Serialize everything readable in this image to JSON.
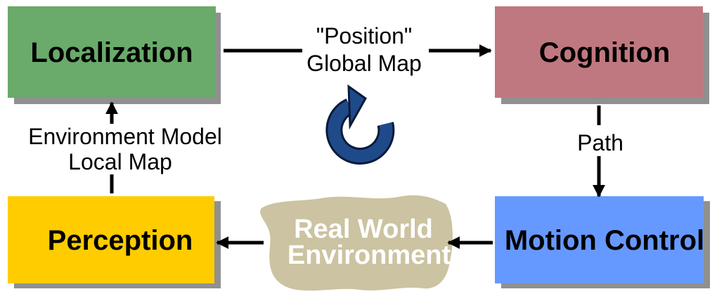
{
  "colors": {
    "localization": "#6aaa6a",
    "cognition": "#c07880",
    "perception": "#ffcc00",
    "motion_control": "#6699ff",
    "environment": "#cbc3a1",
    "cycle_arrow": "#1f4a8a",
    "shadow": "#909090"
  },
  "nodes": {
    "localization": {
      "label": "Localization"
    },
    "cognition": {
      "label": "Cognition"
    },
    "perception": {
      "label": "Perception"
    },
    "motion_control": {
      "label": "Motion Control"
    },
    "environment": {
      "line1": "Real World",
      "line2": "Environment"
    }
  },
  "edges": {
    "loc_to_cog": {
      "line1": "\"Position\"",
      "line2": "Global Map"
    },
    "cog_to_motion": {
      "label": "Path"
    },
    "perc_to_loc": {
      "line1": "Environment Model",
      "line2": "Local Map"
    }
  },
  "icons": {
    "cycle": "circular-arrow-icon"
  }
}
